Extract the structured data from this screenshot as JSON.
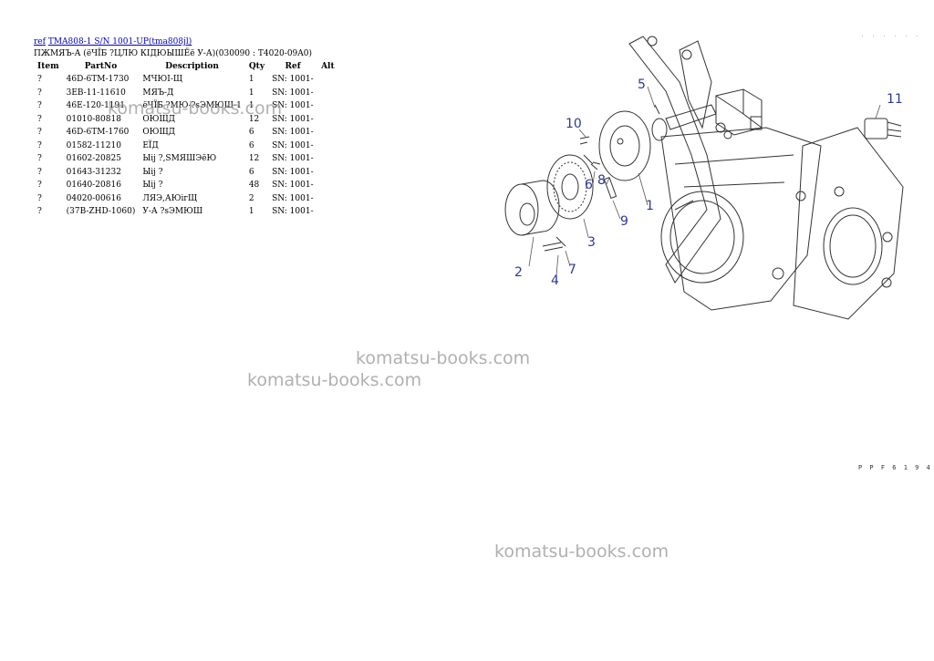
{
  "header": {
    "ref_link": "ref",
    "model_link": "TMA808-1 S/N 1001-UP(tma808jl)",
    "subtitle": "ПЖМЯЪ-А (ёЧЇБ ?ЦЛЮ КІДЮЫШЁё У-А)(030090 : T4020-09A0)"
  },
  "table": {
    "columns": [
      "Item",
      "PartNo",
      "Description",
      "Qty",
      "Ref",
      "Alt"
    ],
    "rows": [
      {
        "item": "?",
        "part": "46D-6TM-1730",
        "desc": "МЧЮІ-Щ",
        "qty": "1",
        "ref": "SN: 1001-"
      },
      {
        "item": "?",
        "part": "3EB-11-11610",
        "desc": "МЯЪ-Д",
        "qty": "1",
        "ref": "SN: 1001-"
      },
      {
        "item": "?",
        "part": "46E-120-1191",
        "desc": "ёЧЇБ ?МЮ-?sЭМЮШ-1",
        "qty": "1",
        "ref": "SN: 1001-"
      },
      {
        "item": "?",
        "part": "01010-80818",
        "desc": "ОЮЩД",
        "qty": "12",
        "ref": "SN: 1001-"
      },
      {
        "item": "?",
        "part": "46D-6TM-1760",
        "desc": "ОЮЩД",
        "qty": "6",
        "ref": "SN: 1001-"
      },
      {
        "item": "?",
        "part": "01582-11210",
        "desc": "ЕЇД",
        "qty": "6",
        "ref": "SN: 1001-"
      },
      {
        "item": "?",
        "part": "01602-20825",
        "desc": "Ыіј ?,SМЯШЭёЮ",
        "qty": "12",
        "ref": "SN: 1001-"
      },
      {
        "item": "?",
        "part": "01643-31232",
        "desc": "Ыіј ?",
        "qty": "6",
        "ref": "SN: 1001-"
      },
      {
        "item": "?",
        "part": "01640-20816",
        "desc": "Ыіј ?",
        "qty": "48",
        "ref": "SN: 1001-"
      },
      {
        "item": "?",
        "part": "04020-00616",
        "desc": "ЛЯЭ,АЮігЩ",
        "qty": "2",
        "ref": "SN: 1001-"
      },
      {
        "item": "?",
        "part": "(37B-ZHD-1060)",
        "desc": "У-А ?sЭМЮШ",
        "qty": "1",
        "ref": "SN: 1001-"
      }
    ]
  },
  "watermarks": {
    "w1": "komatsu-books.com",
    "w2": "komatsu-books.com",
    "w3": "komatsu-books.com",
    "w4": "komatsu-books.com"
  },
  "diagram": {
    "callouts": {
      "c1": "1",
      "c2": "2",
      "c3": "3",
      "c4": "4",
      "c5": "5",
      "c6": "6",
      "c7": "7",
      "c8": "8",
      "c9": "9",
      "c10": "10",
      "c11": "11"
    },
    "figure_code": "P P F 6 1 9 4",
    "corner_mark": ". . . . . ."
  }
}
